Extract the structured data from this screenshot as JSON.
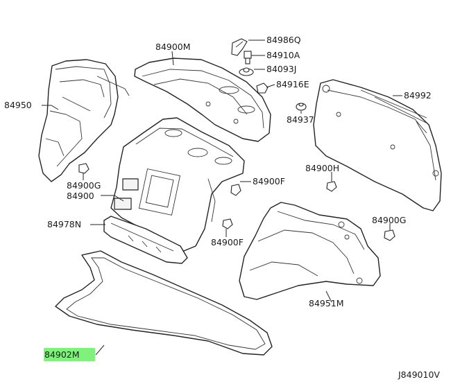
{
  "parts": {
    "p84950": "84950",
    "p84900M": "84900M",
    "p84986Q": "84986Q",
    "p84910A": "84910A",
    "p84093J": "84093J",
    "p84916E": "84916E",
    "p84937": "84937",
    "p84992": "84992",
    "p84900G_left": "84900G",
    "p84900": "84900",
    "p84900H": "84900H",
    "p84900F_upper": "84900F",
    "p84978N": "84978N",
    "p84900F_lower": "84900F",
    "p84900G_right": "84900G",
    "p84951M": "84951M",
    "p84902M": "84902M"
  },
  "diagram_code": "J849010V",
  "highlight_color": "#7ef27a"
}
